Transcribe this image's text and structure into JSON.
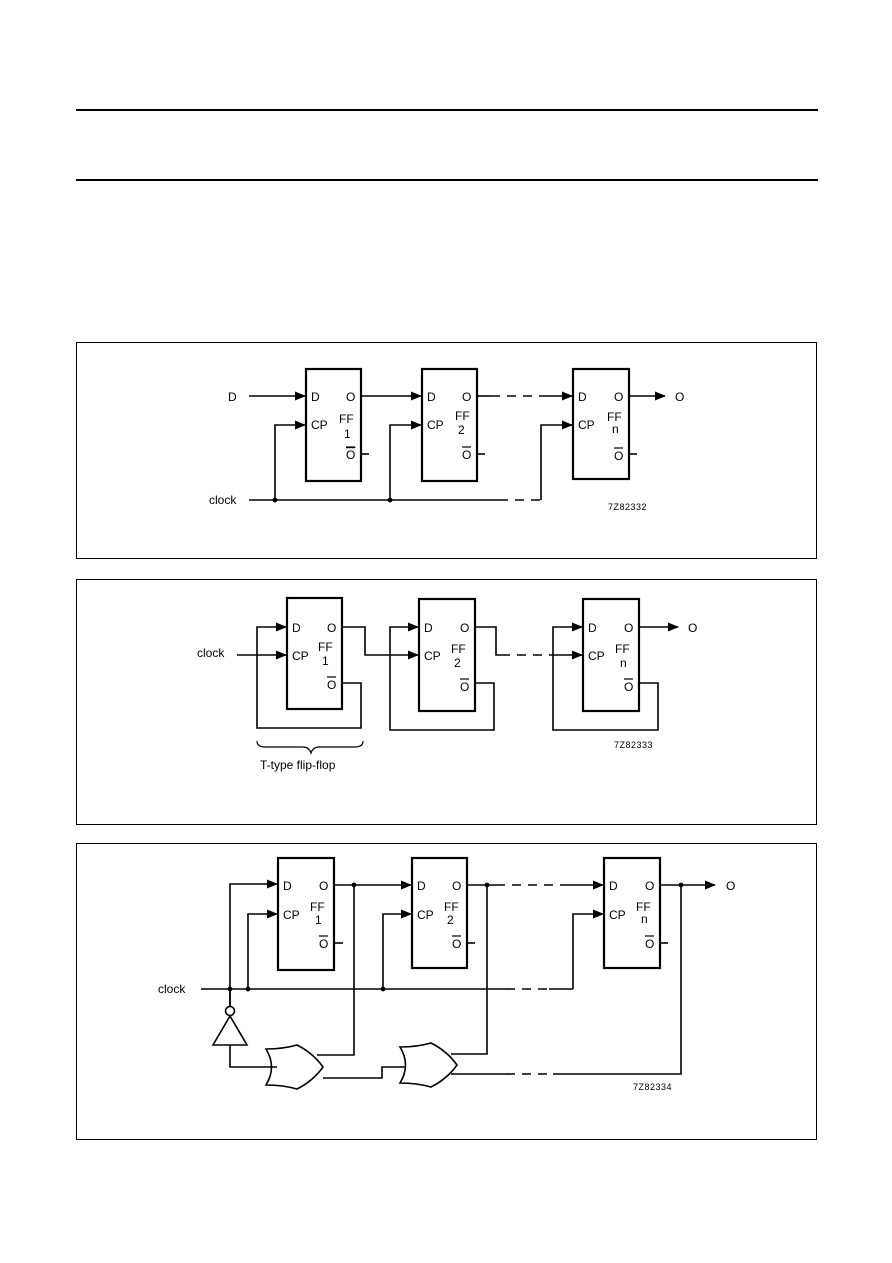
{
  "figures": [
    {
      "input_label": "D",
      "clock_label": "clock",
      "output_label": "O",
      "flip_flops": [
        {
          "ff": "FF",
          "index": "1",
          "d": "D",
          "cp": "CP",
          "q": "O",
          "qbar": "O"
        },
        {
          "ff": "FF",
          "index": "2",
          "d": "D",
          "cp": "CP",
          "q": "O",
          "qbar": "O"
        },
        {
          "ff": "FF",
          "index": "n",
          "d": "D",
          "cp": "CP",
          "q": "O",
          "qbar": "O"
        }
      ],
      "code": "7Z82332"
    },
    {
      "clock_label": "clock",
      "output_label": "O",
      "brace_label": "T-type flip-flop",
      "flip_flops": [
        {
          "ff": "FF",
          "index": "1",
          "d": "D",
          "cp": "CP",
          "q": "O",
          "qbar": "O"
        },
        {
          "ff": "FF",
          "index": "2",
          "d": "D",
          "cp": "CP",
          "q": "O",
          "qbar": "O"
        },
        {
          "ff": "FF",
          "index": "n",
          "d": "D",
          "cp": "CP",
          "q": "O",
          "qbar": "O"
        }
      ],
      "code": "7Z82333"
    },
    {
      "clock_label": "clock",
      "output_label": "O",
      "flip_flops": [
        {
          "ff": "FF",
          "index": "1",
          "d": "D",
          "cp": "CP",
          "q": "O",
          "qbar": "O"
        },
        {
          "ff": "FF",
          "index": "2",
          "d": "D",
          "cp": "CP",
          "q": "O",
          "qbar": "O"
        },
        {
          "ff": "FF",
          "index": "n",
          "d": "D",
          "cp": "CP",
          "q": "O",
          "qbar": "O"
        }
      ],
      "code": "7Z82334"
    }
  ]
}
